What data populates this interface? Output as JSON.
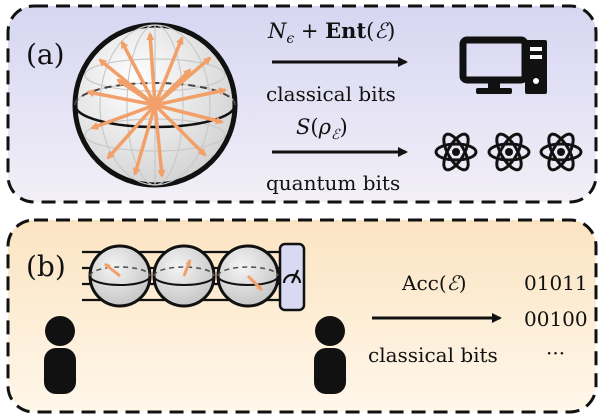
{
  "panel_a": {
    "label": "(a)",
    "top_formula": "N_ϵ + Ent(ℰ)",
    "top_caption": "classical bits",
    "bottom_formula": "S(ρ_ℰ)",
    "bottom_caption": "quantum bits",
    "top_icon": "computer-icon",
    "bottom_icon": "atom-icon",
    "colors": {
      "fill_top": "#d8d8f2",
      "fill_bottom": "#f1eef6",
      "arrow": "#f2a06a"
    }
  },
  "panel_b": {
    "label": "(b)",
    "formula": "Acc(ℰ)",
    "caption": "classical bits",
    "bits": [
      "01011",
      "00100",
      "···"
    ],
    "colors": {
      "fill_top": "#fbe7c8",
      "fill_bottom": "#fff6e6",
      "measure_box": "#d9d9f2"
    }
  }
}
